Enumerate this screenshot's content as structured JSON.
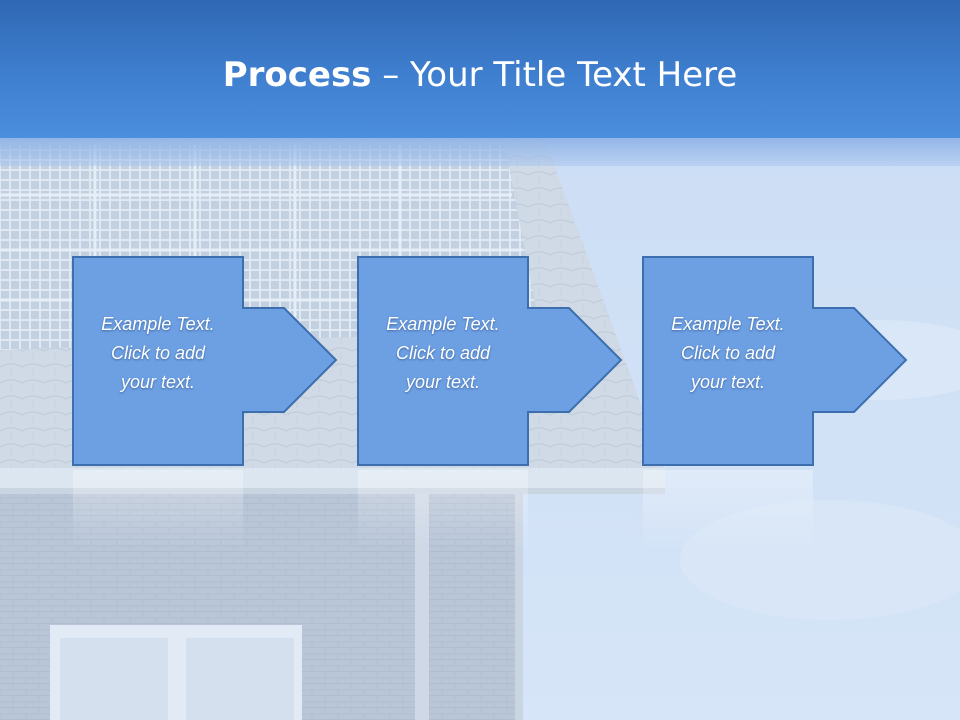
{
  "slide": {
    "title_bold": "Process",
    "title_rest": " – Your Title Text Here"
  },
  "steps": [
    {
      "line1": "Example Text.",
      "line2": "Click  to add",
      "line3": "your text."
    },
    {
      "line1": "Example Text.",
      "line2": "Click  to add",
      "line3": "your text."
    },
    {
      "line1": "Example Text.",
      "line2": "Click  to add",
      "line3": "your text."
    }
  ],
  "colors": {
    "title_bar": "#3f7fcf",
    "step_fill": "#6da0e3",
    "step_border": "#3d6fae",
    "sky": "#cfe0f5"
  }
}
